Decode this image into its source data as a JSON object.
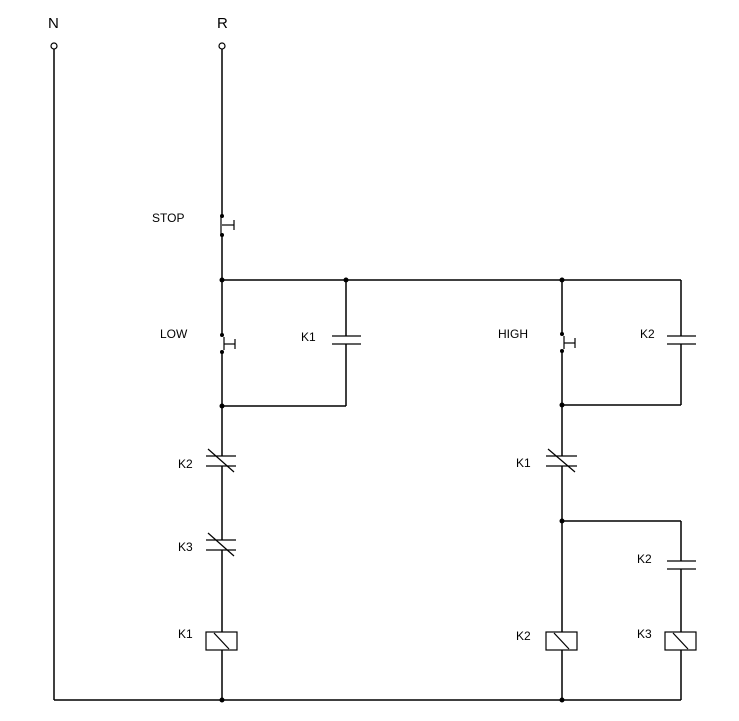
{
  "terminals": {
    "n": "N",
    "r": "R"
  },
  "labels": {
    "stop": "STOP",
    "low": "LOW",
    "high": "HIGH",
    "low_hold_contact": "K1",
    "high_hold_contact": "K2",
    "low_interlock_k2": "K2",
    "low_interlock_k3": "K3",
    "high_interlock_k1": "K1",
    "k3_branch_contact": "K2",
    "coil_k1": "K1",
    "coil_k2": "K2",
    "coil_k3": "K3"
  }
}
